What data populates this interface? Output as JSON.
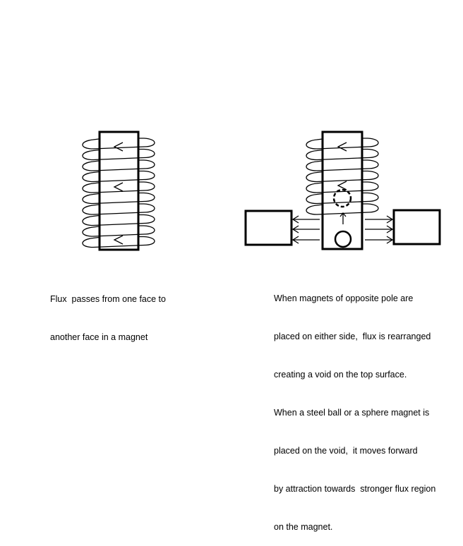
{
  "left_caption": [
    "Flux  passes from one face to",
    "another face in a magnet"
  ],
  "right_caption": [
    "When magnets of opposite pole are",
    "placed on either side,  flux is rearranged",
    "creating a void on the top surface.",
    "When a steel ball or a sphere magnet is",
    "placed on the void,  it moves forward",
    "by attraction towards  stronger flux region",
    "on the magnet."
  ]
}
